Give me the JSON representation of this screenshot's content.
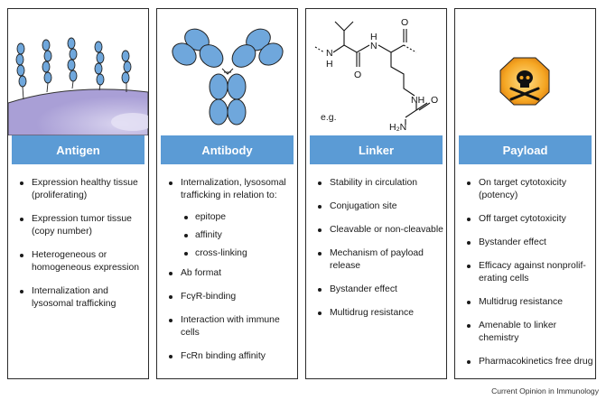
{
  "panels": [
    {
      "header": "Antigen",
      "items": [
        {
          "text": "Expression healthy tissue (proliferating)",
          "sub": false
        },
        {
          "text": "Expression tumor tissue (copy number)",
          "sub": false
        },
        {
          "text": "Heterogeneous or homogeneous expression",
          "sub": false
        },
        {
          "text": "Internalization and lysosomal trafficking",
          "sub": false
        }
      ]
    },
    {
      "header": "Antibody",
      "items": [
        {
          "text": "Internalization, lysosomal trafficking in relation to:",
          "sub": false
        },
        {
          "text": "epitope",
          "sub": true
        },
        {
          "text": "affinity",
          "sub": true
        },
        {
          "text": "cross-linking",
          "sub": true
        },
        {
          "text": "Ab format",
          "sub": false
        },
        {
          "text": "FcγR-binding",
          "sub": false
        },
        {
          "text": "Interaction with immune cells",
          "sub": false
        },
        {
          "text": "FcRn binding affinity",
          "sub": false
        }
      ]
    },
    {
      "header": "Linker",
      "art_labels": {
        "eg": "e.g.",
        "nh1": "N",
        "h1": "H",
        "nh2": "N",
        "h2": "H",
        "nh3": "NH",
        "o1": "O",
        "o2": "O",
        "o3": "O",
        "nh4": "H₂N"
      },
      "items": [
        {
          "text": "Stability in circulation",
          "sub": false
        },
        {
          "text": "Conjugation site",
          "sub": false
        },
        {
          "text": "Cleavable or non-cleavable",
          "sub": false
        },
        {
          "text": "Mechanism of payload release",
          "sub": false
        },
        {
          "text": "Bystander effect",
          "sub": false
        },
        {
          "text": "Multidrug resistance",
          "sub": false
        }
      ]
    },
    {
      "header": "Payload",
      "items": [
        {
          "text": "On target cytotoxicity (potency)",
          "sub": false
        },
        {
          "text": "Off target cytotoxicity",
          "sub": false
        },
        {
          "text": "Bystander effect",
          "sub": false
        },
        {
          "text": "Efficacy against nonprolif-erating cells",
          "sub": false
        },
        {
          "text": "Multidrug resistance",
          "sub": false
        },
        {
          "text": "Amenable to linker chemistry",
          "sub": false
        },
        {
          "text": "Pharmacokinetics free drug",
          "sub": false
        }
      ]
    }
  ],
  "footer": "Current Opinion in Immunology",
  "colors": {
    "header_bg": "#5b9bd5",
    "cell": "#a99fd6",
    "antibody": "#6fa7dc",
    "hazard": "#f5a623"
  }
}
